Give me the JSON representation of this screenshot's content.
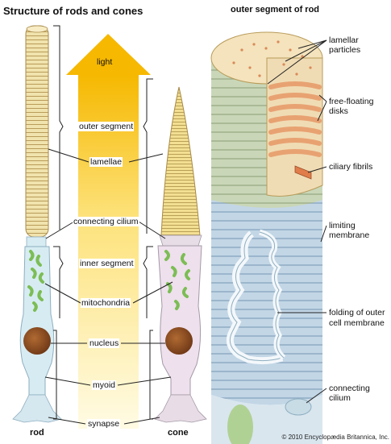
{
  "left_title": "Structure of rods and cones",
  "right_title": "outer segment of rod",
  "arrow_label": "light",
  "left_labels": {
    "outer_segment": "outer segment",
    "lamellae": "lamellae",
    "connecting_cilium": "connecting cilium",
    "inner_segment": "inner segment",
    "mitochondria": "mitochondria",
    "nucleus": "nucleus",
    "myoid": "myoid",
    "synapse": "synapse"
  },
  "cell_labels": {
    "rod": "rod",
    "cone": "cone"
  },
  "right_labels": {
    "lamellar_particles": "lamellar particles",
    "free_floating_disks": "free-floating disks",
    "ciliary_fibrils": "ciliary fibrils",
    "limiting_membrane": "limiting membrane",
    "folding_line1": "folding of outer",
    "folding_line2": "cell membrane",
    "connecting_cilium": "connecting cilium"
  },
  "copyright": "© 2010 Encyclopædia Britannica, Inc.",
  "colors": {
    "lamella_fill": "#efe0a8",
    "lamella_line": "#b89b5a",
    "arrow_top": "#f6b800",
    "arrow_bottom": "#fff6c8",
    "inner_rod": "#d7ecf2",
    "inner_cone": "#eee0ec",
    "mitochondria": "#8cc760",
    "nucleus": "#8a4f25",
    "membrane_blue": "#aec8dc",
    "disk_orange": "#e8a272"
  }
}
